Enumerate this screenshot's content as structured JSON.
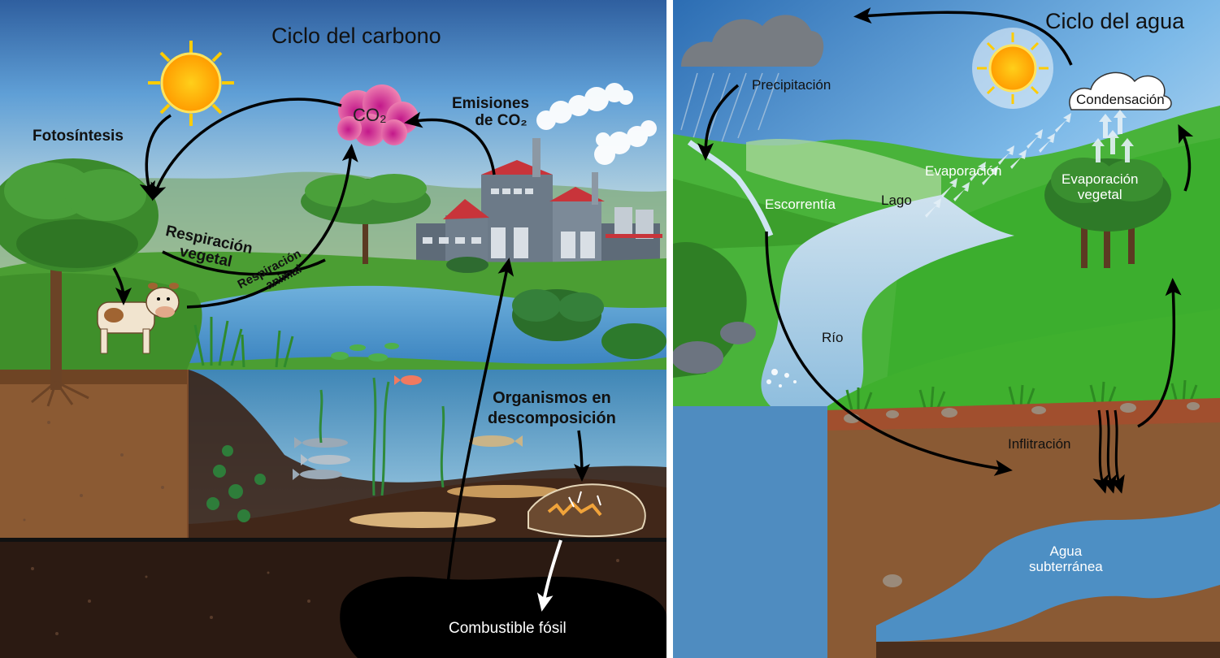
{
  "carbon": {
    "title": "Ciclo del carbono",
    "co2_cloud": "CO₂",
    "labels": {
      "photosynthesis": "Fotosíntesis",
      "emissions_line1": "Emisiones",
      "emissions_line2": "de CO₂",
      "plant_resp_line1": "Respiración",
      "plant_resp_line2": "vegetal",
      "animal_resp_line1": "Respiración",
      "animal_resp_line2": "animal",
      "decomposition_line1": "Organismos en",
      "decomposition_line2": "descomposición",
      "fossil_fuel": "Combustible fósil"
    }
  },
  "water": {
    "title": "Ciclo del agua",
    "labels": {
      "precipitation": "Precipitación",
      "condensation": "Condensación",
      "evaporation": "Evaporación",
      "plant_evap_line1": "Evaporación",
      "plant_evap_line2": "vegetal",
      "lake": "Lago",
      "runoff": "Escorrentía",
      "river": "Río",
      "infiltration": "Inflitración",
      "groundwater_line1": "Agua",
      "groundwater_line2": "subterránea"
    }
  },
  "colors": {
    "sky_top": "#3d6fb3",
    "sky_bottom": "#cfe7f7",
    "grass": "#3fa02a",
    "soil": "#8a5a34",
    "deep_soil": "#2a1a12",
    "water": "#5b93c9",
    "arrow": "#000000"
  }
}
